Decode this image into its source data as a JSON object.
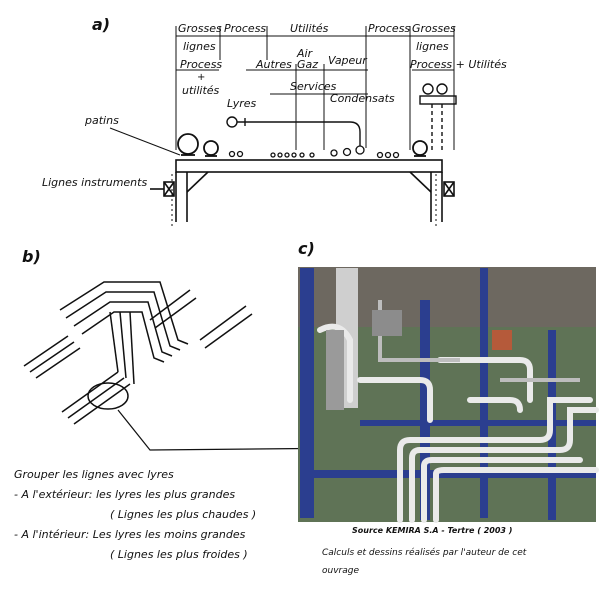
{
  "panel_a": {
    "letter": "a)",
    "top_headers": [
      "Grosses",
      "Process",
      "Utilités",
      "Process",
      "Grosses"
    ],
    "lignes_left": "lignes",
    "lignes_right": "lignes",
    "process_left": "Process",
    "plus_left": "+",
    "utilites_left": "utilités",
    "autres": "Autres",
    "air": "Air",
    "gaz": "Gaz",
    "vapeur": "Vapeur",
    "services": "Services",
    "condensats": "Condensats",
    "process_utilites_right": "Process + Utilités",
    "lyres": "Lyres",
    "patins": "patins",
    "lignes_instruments": "Lignes instruments"
  },
  "panel_b": {
    "letter": "b)",
    "caption_lines": [
      "Grouper les lignes avec lyres",
      "- A l'extérieur: les lyres les plus grandes",
      "( Lignes les plus chaudes )",
      "- A l'intérieur: Les lyres les moins grandes",
      "( Lignes les plus froides )"
    ]
  },
  "panel_c": {
    "letter": "c)",
    "source": "Source KEMIRA S.A - Tertre ( 2003 )",
    "credit_line1": "Calculs et dessins réalisés par l'auteur de cet",
    "credit_line2": "ouvrage"
  }
}
